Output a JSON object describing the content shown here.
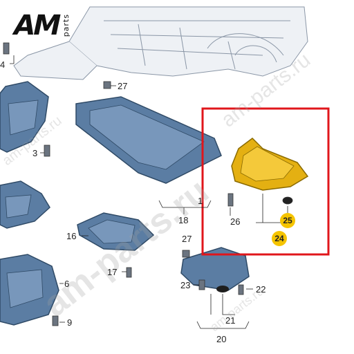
{
  "logo": {
    "brand": "AM",
    "suffix": "parts"
  },
  "watermark": {
    "text": "am-parts.ru"
  },
  "callouts": {
    "c4": "4",
    "c27a": "27",
    "c3": "3",
    "c1": "1",
    "c18": "18",
    "c16": "16",
    "c27b": "27",
    "c17": "17",
    "c26": "26",
    "c25": "25",
    "c24": "24",
    "c6": "6",
    "c9": "9",
    "c23": "23",
    "c22": "22",
    "c21": "21",
    "c20": "20"
  },
  "colors": {
    "highlight": "#f5c400",
    "frame": "#e0161b",
    "part_fill": "#5b7da3",
    "part_edge": "#2f4a66",
    "yellow_part": "#e4b012"
  }
}
